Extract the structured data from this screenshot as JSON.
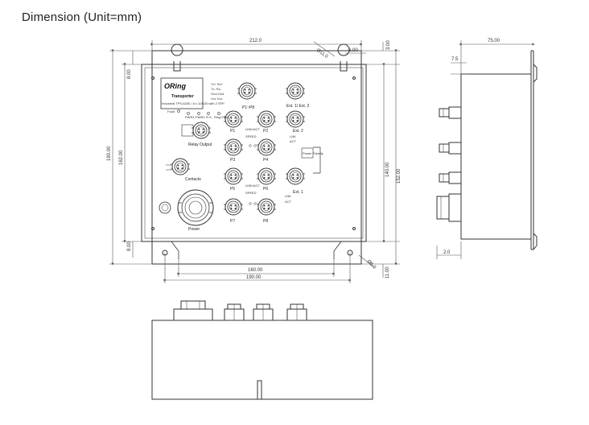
{
  "title": "Dimension (Unit=mm)",
  "front_view": {
    "brand": "ORing",
    "product": "Transporter",
    "model": "Industrial TPS-6200 / 8 x 10/100 with 2 SFP",
    "led_labels": [
      "Fault",
      "PWR1",
      "PWR2",
      "R.S.",
      "Ring Fault"
    ],
    "port_labels": [
      "P1",
      "P2",
      "P3",
      "P4",
      "P5",
      "P6",
      "P7",
      "P8"
    ],
    "ports_header": "P1~P8",
    "ext_header": "Ext. 1/ Ext. 2",
    "ext_labels": [
      "Ext. 2",
      "Ext. 1"
    ],
    "relay_output": "Relay Output",
    "contacts": "Contacts",
    "power": "Power",
    "power_polarity": "Power Polarity",
    "port_led_labels": [
      "LNK",
      "ACT"
    ],
    "speed_labels": [
      "LINK/ACT",
      "SPEED"
    ],
    "legend_lines": [
      "Tx+  Rx+",
      "Tx-  Rx-",
      "Gnd  Gnd",
      "Vcc  Vcc"
    ]
  },
  "dimensions": {
    "overall_width": "212.0",
    "overall_height": "190.00",
    "inner_height": "162.00",
    "right_height_1": "140.00",
    "right_height_2": "152.00",
    "top_offset_left": "8.00",
    "top_offset_right": "3.00",
    "hole_dia": "Ø11.0",
    "hole_dia_2": "Ø6.0",
    "slot": "6.00",
    "bottom_inner": "160.00",
    "bottom_outer": "190.00",
    "bottom_offset": "8.00",
    "bottom_right": "11.00",
    "side_depth": "75.00",
    "side_top": "7.5",
    "side_bottom": "2.0"
  },
  "colors": {
    "line": "#333333",
    "dim_line": "#555555"
  }
}
